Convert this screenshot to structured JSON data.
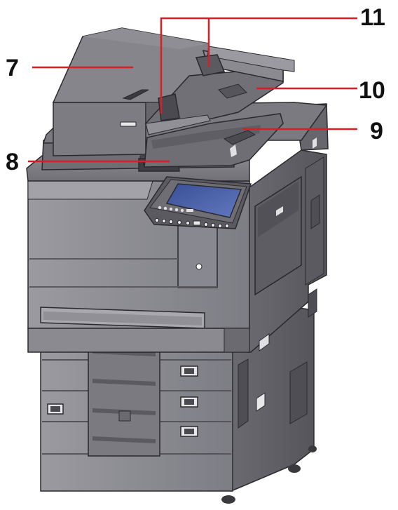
{
  "colors": {
    "body_light": "#8c8c92",
    "body_mid": "#6e6e74",
    "body_dark": "#4a4a50",
    "outline": "#2a2a2e",
    "screen": "#4c62a8",
    "callout": "#d81f26",
    "label_text": "#111111"
  },
  "callouts": [
    {
      "id": "7",
      "label": "7",
      "part": "document-processor"
    },
    {
      "id": "8",
      "label": "8",
      "part": "original-stopper"
    },
    {
      "id": "9",
      "label": "9",
      "part": "original-eject-table"
    },
    {
      "id": "10",
      "label": "10",
      "part": "original-table"
    },
    {
      "id": "11",
      "label": "11",
      "part": "original-width-guides"
    }
  ],
  "icons": [
    "printer-illustration",
    "touch-panel-icon"
  ]
}
